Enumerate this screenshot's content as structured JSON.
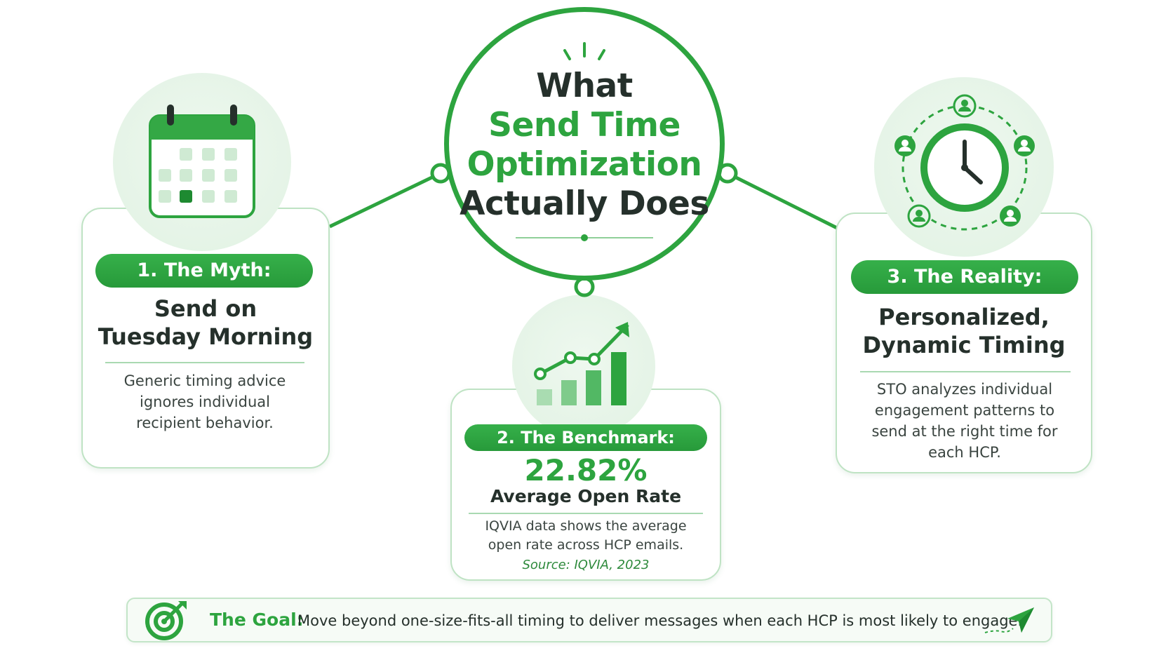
{
  "title": {
    "line1": "What",
    "line2": "Send Time",
    "line3": "Optimization",
    "line4": "Actually Does"
  },
  "myth": {
    "label": "1. The Myth:",
    "heading_line1": "Send on",
    "heading_line2": "Tuesday Morning",
    "description": "Generic timing advice ignores individual recipient behavior.",
    "icon": "calendar-icon"
  },
  "benchmark": {
    "label": "2. The Benchmark:",
    "value": "22.82%",
    "metric": "Average Open Rate",
    "description": "IQVIA data shows the average open rate across HCP emails.",
    "source": "Source: IQVIA, 2023",
    "icon": "growth-chart-icon"
  },
  "reality": {
    "label": "3. The Reality:",
    "heading_line1": "Personalized,",
    "heading_line2": "Dynamic Timing",
    "description": "STO analyzes individual engagement patterns to send at the right time for each HCP.",
    "icon": "clock-with-users-icon"
  },
  "goal": {
    "label": "The Goal:",
    "text": "Move beyond one-size-fits-all timing to deliver messages when each HCP is most likely to engage.",
    "icon": "target-icon",
    "end_icon": "paper-plane-icon"
  },
  "colors": {
    "primary_green": "#2da43f",
    "light_green": "#e1f2e3",
    "dark_text": "#25302b"
  }
}
